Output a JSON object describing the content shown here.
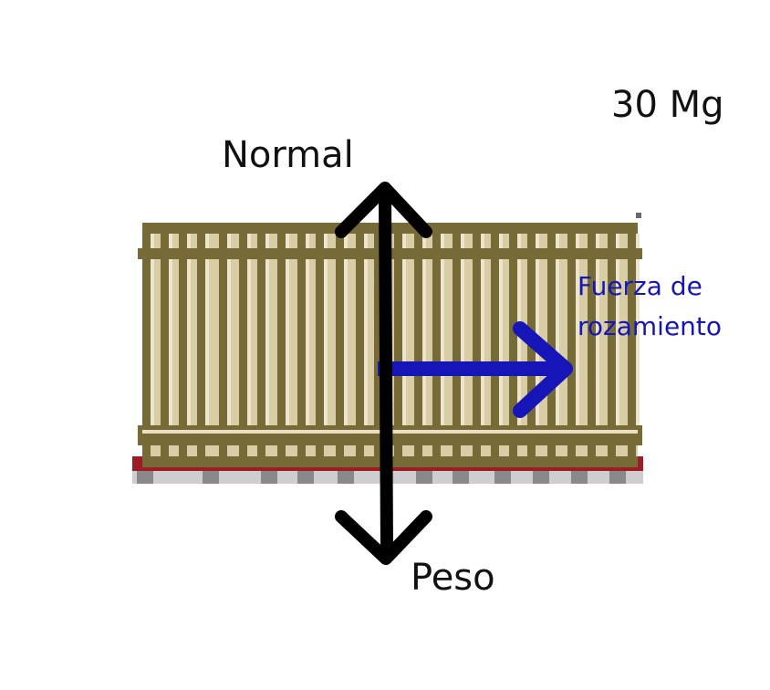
{
  "diagram": {
    "mass_label": "30 Mg",
    "forces": {
      "normal": {
        "label": "Normal",
        "color": "#000000"
      },
      "weight": {
        "label": "Peso",
        "color": "#000000"
      },
      "friction": {
        "label_line1": "Fuerza de",
        "label_line2": "rozamiento",
        "color": "#1616b8"
      }
    },
    "crate_colors": {
      "frame": "#766a36",
      "slat_light": "#d8cca4",
      "base_red": "#9e1c26",
      "ground": "#c8c6c8"
    }
  }
}
